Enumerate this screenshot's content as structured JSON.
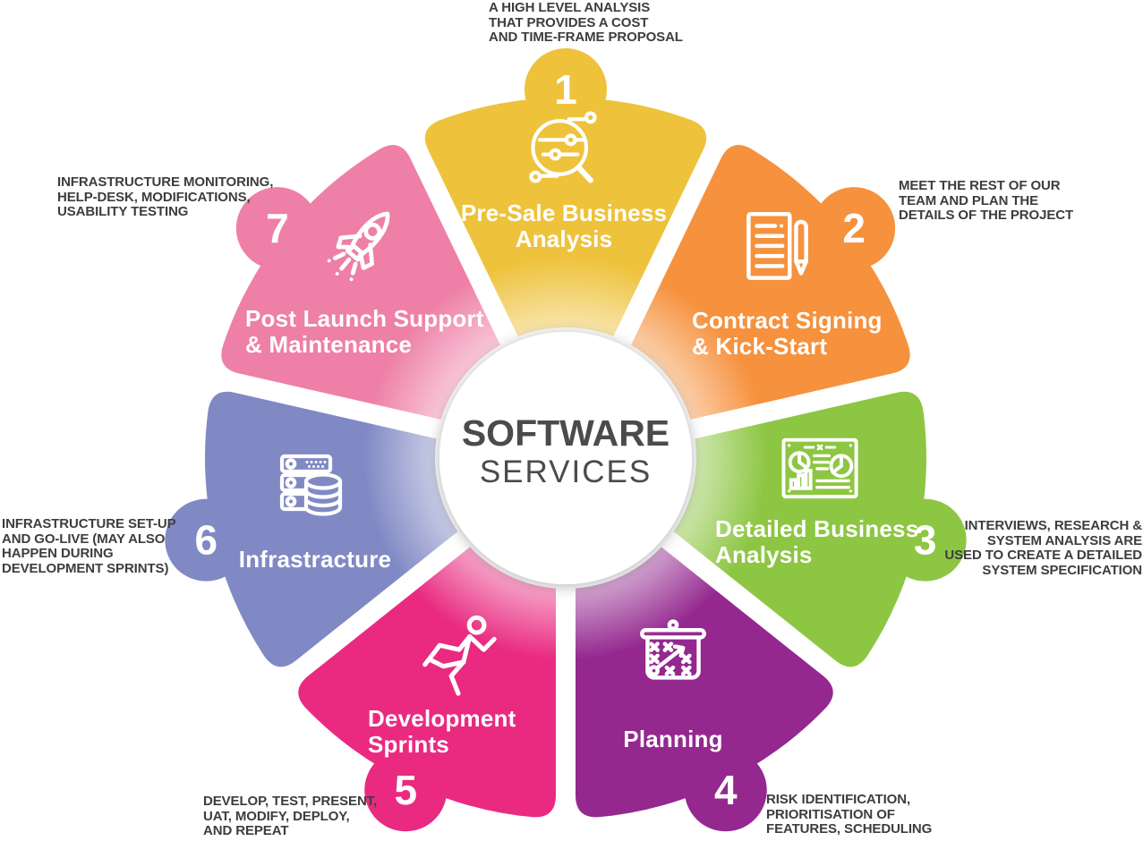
{
  "title": {
    "line1": "SOFTWARE",
    "line2": "SERVICES"
  },
  "colors": {
    "description_text": "#3d3d3f",
    "center_text": "#4b4b4d",
    "label_text": "#ffffff"
  },
  "petals": [
    {
      "number": "1",
      "label": "Pre-Sale Business\nAnalysis",
      "color": "#EEC23B",
      "icon": "magnifier-analysis-icon",
      "description": "A HIGH LEVEL ANALYSIS\nTHAT PROVIDES A COST\nAND TIME-FRAME PROPOSAL"
    },
    {
      "number": "2",
      "label": "Contract Signing\n& Kick-Start",
      "color": "#F6913D",
      "icon": "contract-pen-icon",
      "description": "MEET THE REST OF OUR\nTEAM AND PLAN THE\nDETAILS OF THE PROJECT"
    },
    {
      "number": "3",
      "label": "Detailed Business\nAnalysis",
      "color": "#8DC642",
      "icon": "analytics-dashboard-icon",
      "description": "INTERVIEWS, RESEARCH &\nSYSTEM ANALYSIS ARE\nUSED TO CREATE A DETAILED\nSYSTEM SPECIFICATION"
    },
    {
      "number": "4",
      "label": "Planning",
      "color": "#94288F",
      "icon": "strategy-board-icon",
      "description": "RISK IDENTIFICATION,\nPRIORITISATION OF\nFEATURES, SCHEDULING"
    },
    {
      "number": "5",
      "label": "Development\nSprints",
      "color": "#E92A80",
      "icon": "running-person-icon",
      "description": "DEVELOP, TEST, PRESENT,\nUAT, MODIFY, DEPLOY,\nAND REPEAT"
    },
    {
      "number": "6",
      "label": "Infrastracture",
      "color": "#8089C4",
      "icon": "server-database-icon",
      "description": "INFRASTRUCTURE SET-UP\nAND GO-LIVE (MAY ALSO\nHAPPEN DURING\nDEVELOPMENT SPRINTS)"
    },
    {
      "number": "7",
      "label": "Post Launch Support\n& Maintenance",
      "color": "#EE7FA6",
      "icon": "rocket-icon",
      "description": "INFRASTRUCTURE MONITORING,\nHELP-DESK, MODIFICATIONS,\nUSABILITY TESTING"
    }
  ]
}
